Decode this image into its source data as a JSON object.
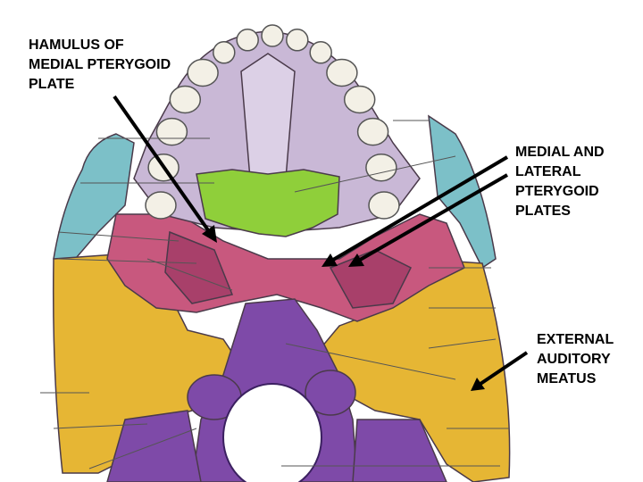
{
  "figure": {
    "subject": "skull-base-inferior-view",
    "labels": [
      {
        "id": "hamulus",
        "text": "HAMULUS OF\nMEDIAL PTERYGOID\nPLATE"
      },
      {
        "id": "pterygoid",
        "text": "MEDIAL AND\nLATERAL\nPTERYGOID\nPLATES"
      },
      {
        "id": "meatus",
        "text": "EXTERNAL\nAUDITORY\nMEATUS"
      }
    ],
    "colors": {
      "palate": "#c9b8d6",
      "palate_light": "#dcd0e6",
      "teeth": "#f3f0e6",
      "vomer_green": "#8fcf3a",
      "sphenoid_pink": "#c8587e",
      "sphenoid_dark": "#a8406a",
      "temporal_yellow": "#e6b634",
      "occipital_purple": "#7e4aa8",
      "zygomatic_teal": "#7cc0c8",
      "arrow": "#000000"
    }
  }
}
